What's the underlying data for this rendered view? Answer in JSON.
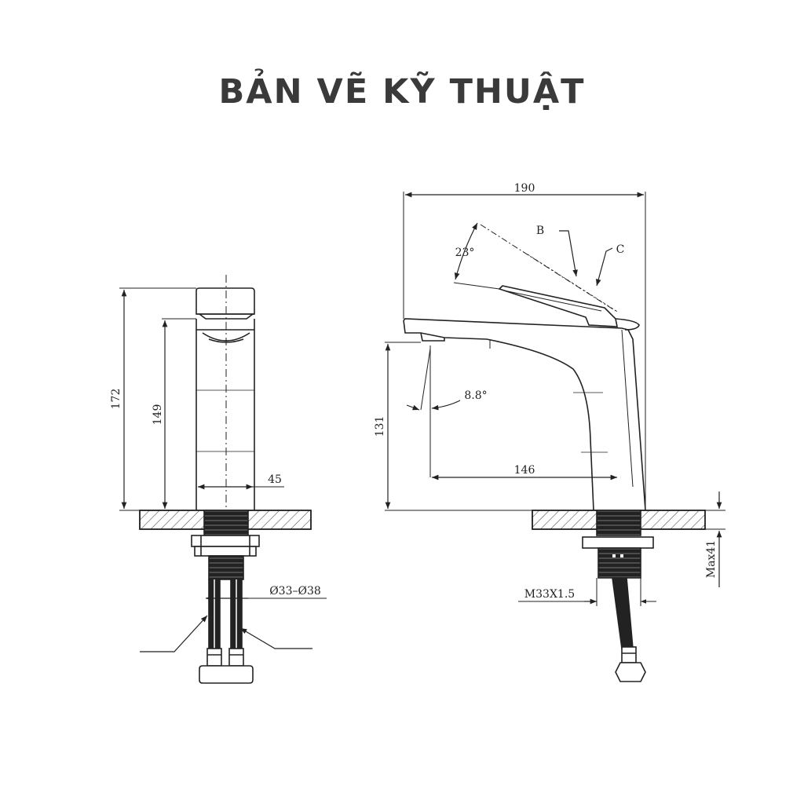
{
  "title": "BẢN VẼ KỸ THUẬT",
  "front_view": {
    "dim_total_height": "172",
    "dim_body_height": "149",
    "dim_body_width": "45",
    "dim_hole_diameter": "Ø33–Ø38"
  },
  "side_view": {
    "dim_length": "190",
    "label_b": "B",
    "label_c": "C",
    "dim_handle_angle": "23°",
    "dim_spout_angle": "8.8°",
    "dim_spout_height": "131",
    "dim_spout_reach": "146",
    "dim_thread": "M33X1.5",
    "dim_max_thickness": "Max41"
  },
  "colors": {
    "line": "#222222",
    "title": "#3a3a3a",
    "hatch": "#555555"
  }
}
